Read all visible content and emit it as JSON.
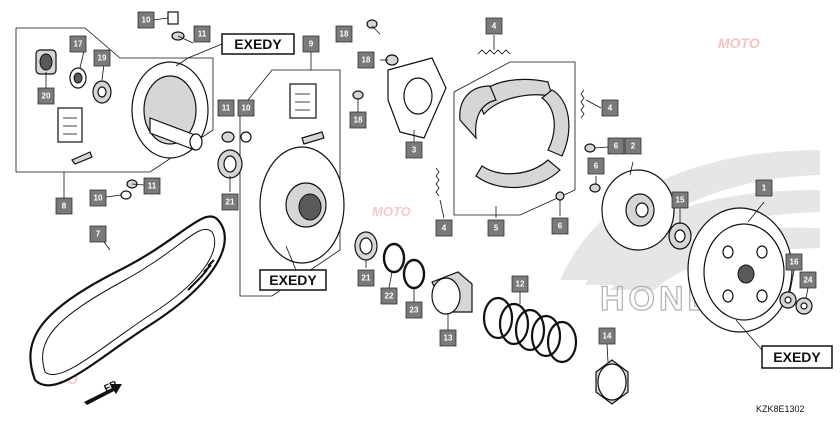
{
  "diagram": {
    "brand_watermark": "MOTO",
    "maker_watermark": "HONDA",
    "direction_label": "FR.",
    "figure_code": "KZK8E1302",
    "callout_label": "EXEDY",
    "part_numbers": [
      "1",
      "2",
      "3",
      "4",
      "5",
      "6",
      "7",
      "8",
      "9",
      "10",
      "11",
      "12",
      "13",
      "14",
      "15",
      "16",
      "17",
      "18",
      "19",
      "20",
      "21",
      "22",
      "23",
      "24"
    ]
  }
}
